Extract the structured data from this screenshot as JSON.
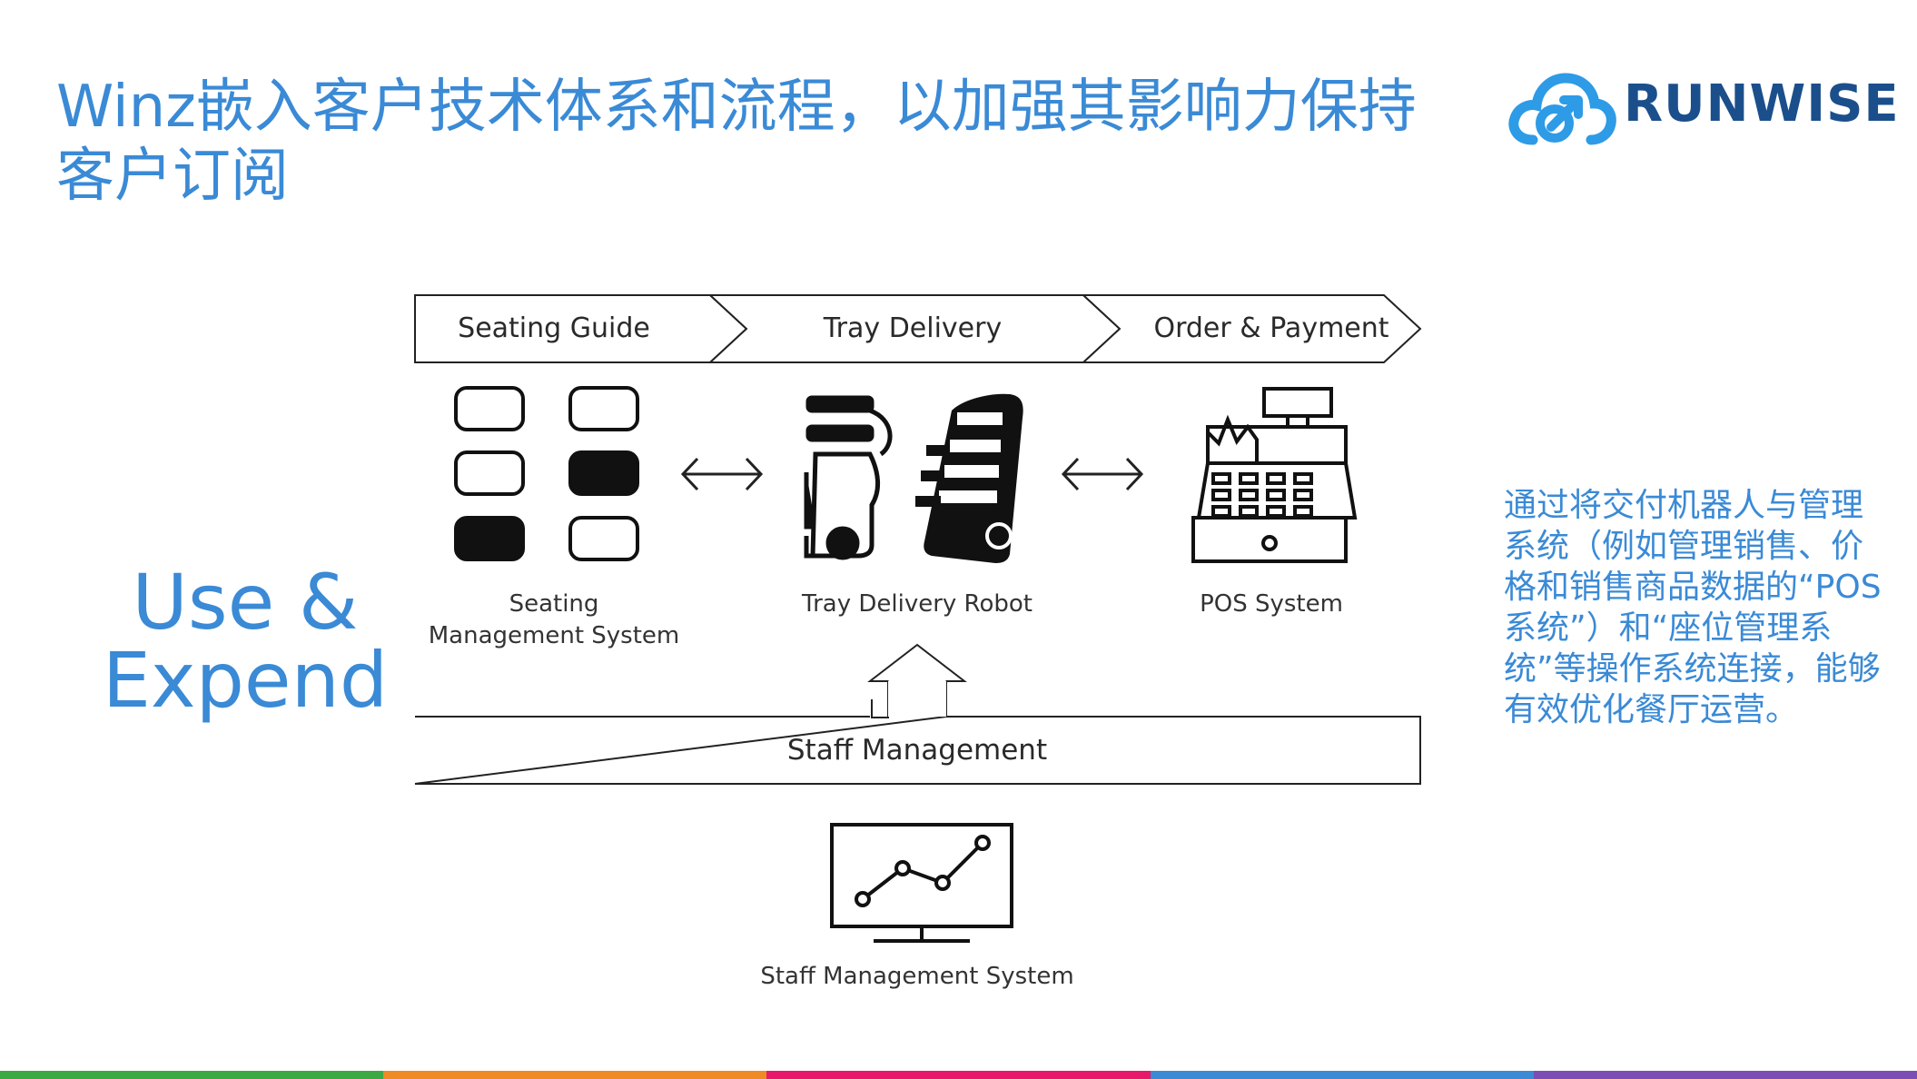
{
  "title": "Winz嵌入客户技术体系和流程，以加强其影响力保持客户订阅",
  "logo": {
    "text": "RUNWISE",
    "icon": "cloud-arrow-icon",
    "icon_color": "#2E9BE6",
    "text_color": "#1B4F8C"
  },
  "side_label": {
    "line1": "Use &",
    "line2": "Expend"
  },
  "note": "通过将交付机器人与管理系统（例如管理销售、价格和销售商品数据的“POS 系统”）和“座位管理系统”等操作系统连接，能够有效优化餐厅运营。",
  "flow_steps": [
    "Seating Guide",
    "Tray Delivery",
    "Order & Payment"
  ],
  "systems": {
    "seating": {
      "line1": "Seating",
      "line2": "Management System",
      "icon": "seating-table-grid-icon"
    },
    "robot": {
      "label": "Tray Delivery Robot",
      "icon": "delivery-robot-icon"
    },
    "pos": {
      "label": "POS System",
      "icon": "cash-register-icon"
    },
    "staff": {
      "label": "Staff Management System",
      "icon": "monitor-chart-icon"
    }
  },
  "staff_bar": "Staff Management",
  "colors": {
    "accent": "#3A8AD6",
    "bottom_bar": [
      "#3BAA45",
      "#F08A24",
      "#E8196B",
      "#3A8AD6",
      "#7B4DB5"
    ]
  }
}
